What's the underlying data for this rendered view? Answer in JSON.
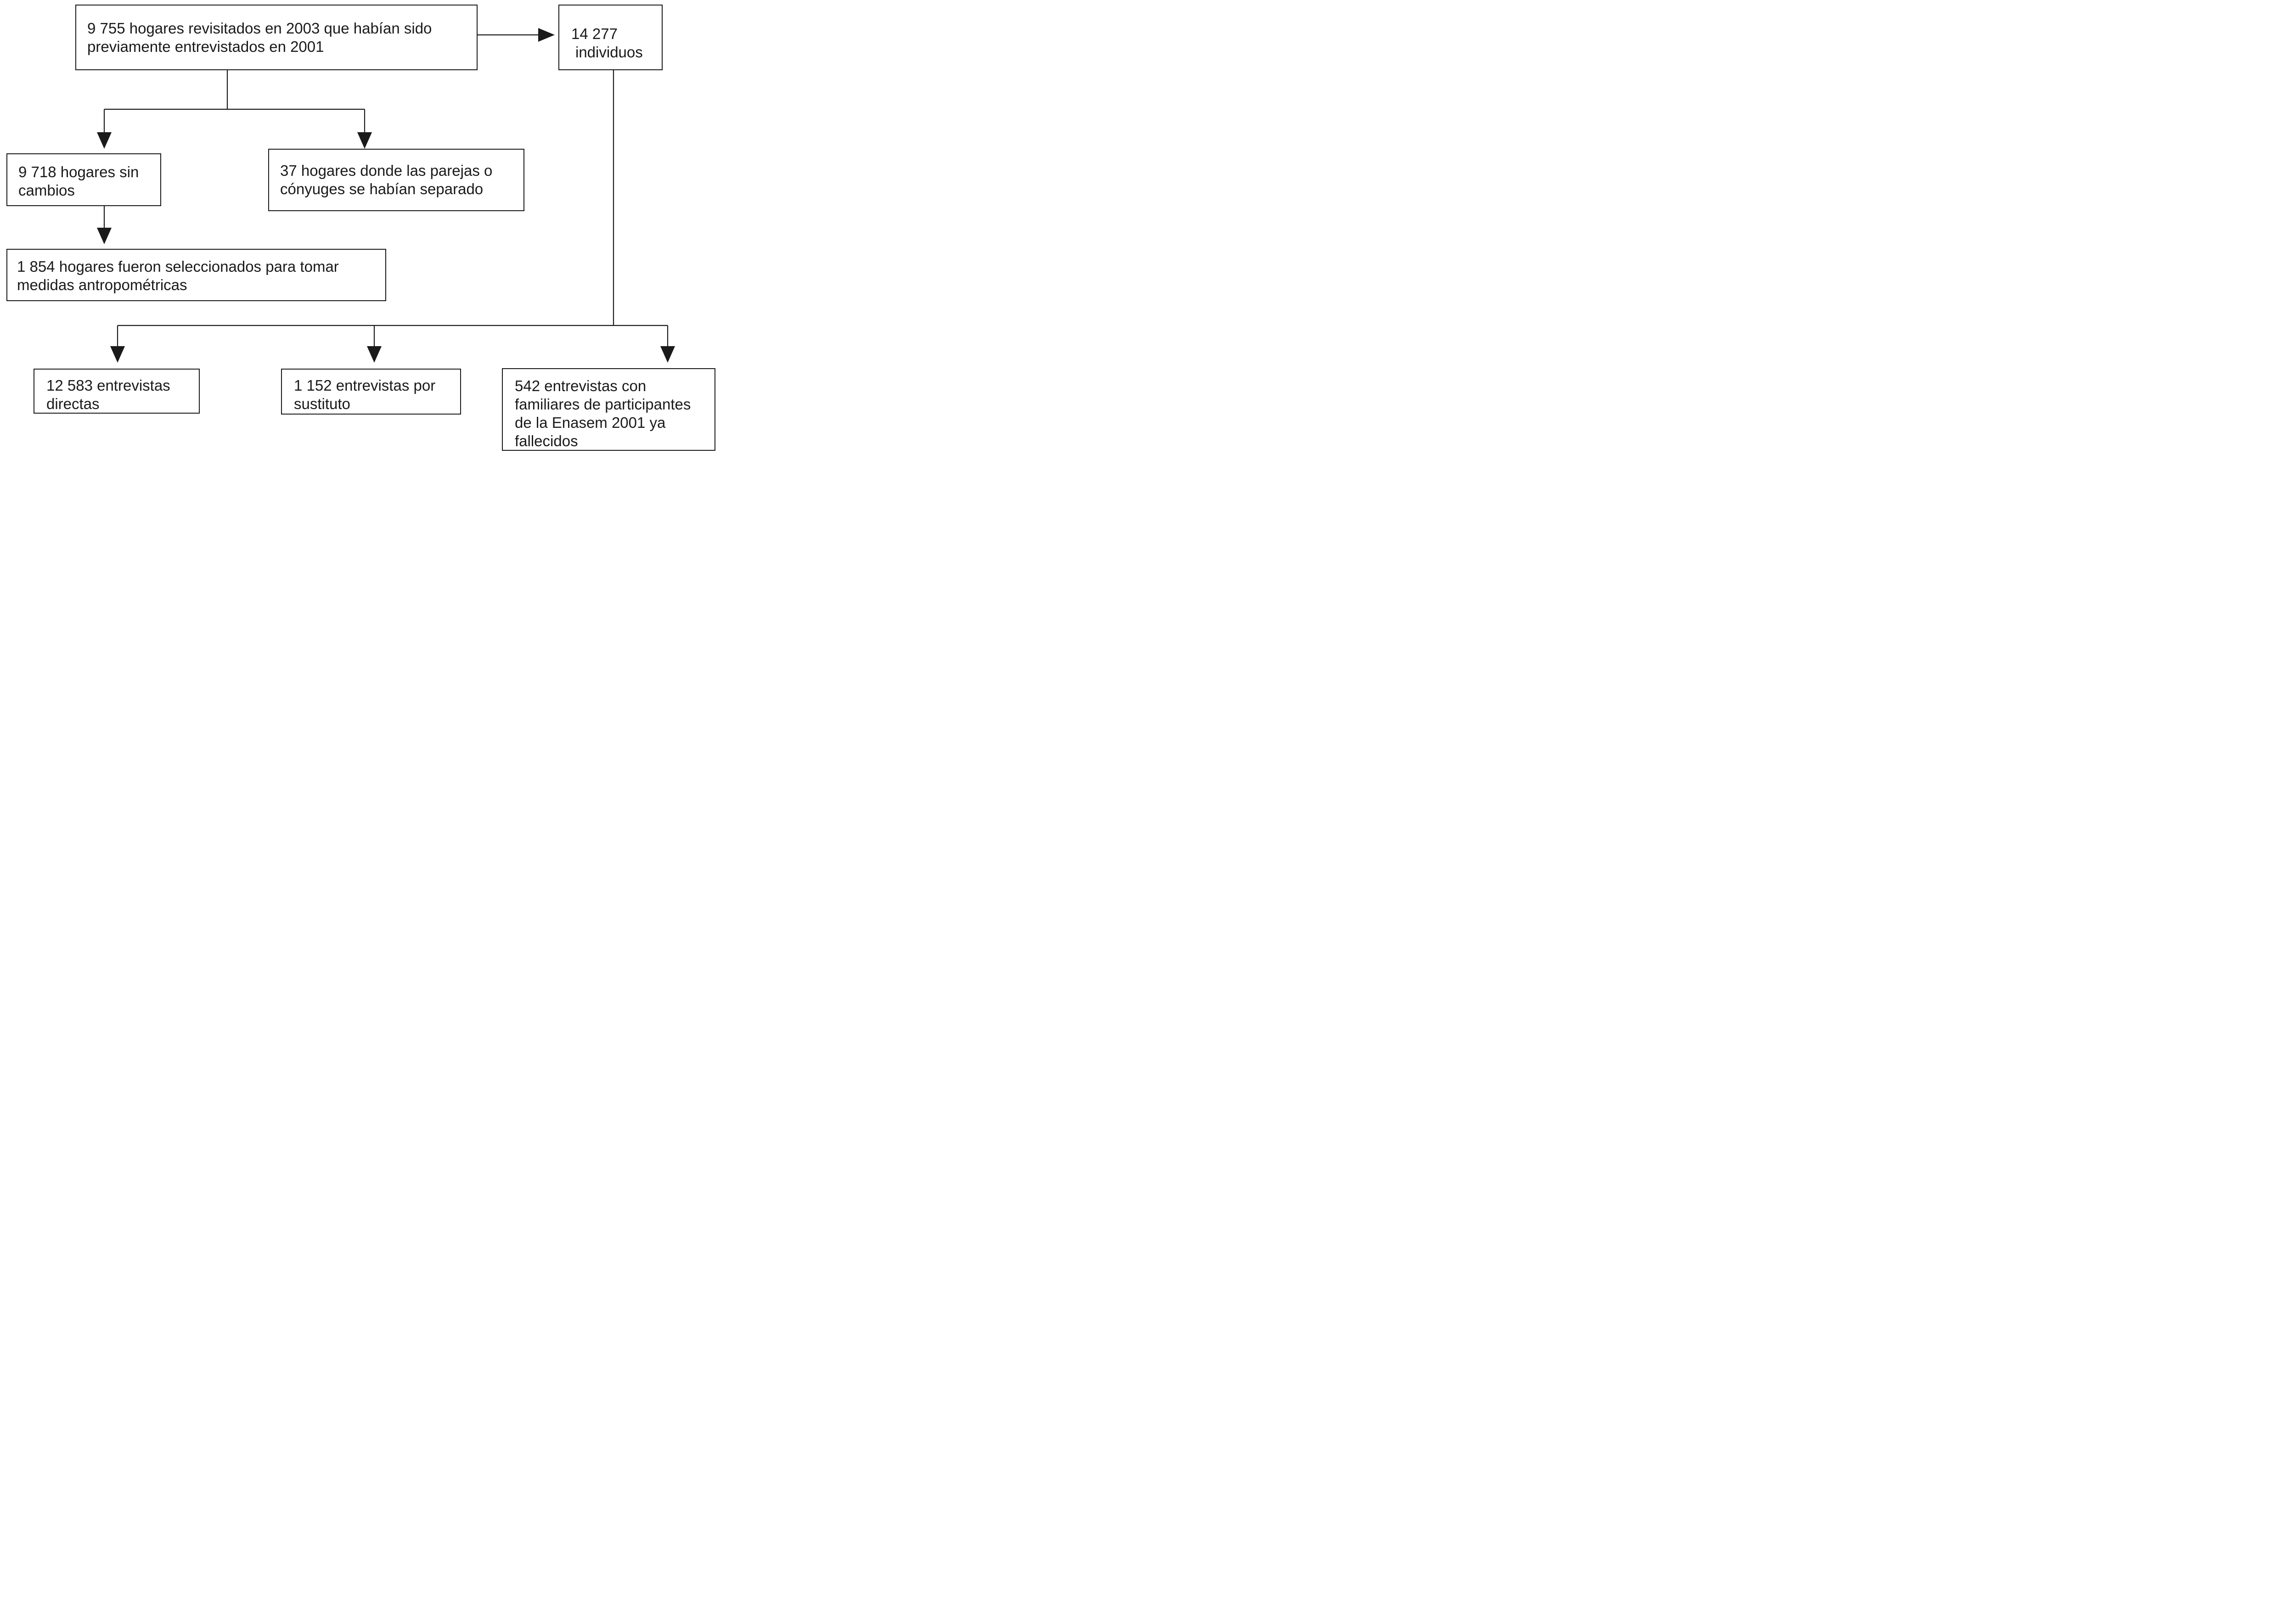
{
  "diagram": {
    "top": {
      "households": [
        "9 755 hogares revisitados en 2003 que habían sido",
        "previamente entrevistados en 2001"
      ],
      "individuals": [
        "14 277",
        "individuos"
      ]
    },
    "households_branch": {
      "unchanged": [
        "9 718 hogares sin",
        "cambios"
      ],
      "separated": [
        "37 hogares donde las parejas o",
        "cónyuges se habían separado"
      ],
      "anthropometric": [
        "1 854 hogares fueron seleccionados para tomar",
        "medidas antropométricas"
      ]
    },
    "individuals_branch": {
      "direct": [
        "12 583 entrevistas",
        "directas"
      ],
      "proxy": [
        "1 152 entrevistas por",
        "sustituto"
      ],
      "deceased": [
        "542 entrevistas con",
        "familiares de participantes",
        "de la Enasem 2001 ya",
        "fallecidos"
      ]
    }
  }
}
